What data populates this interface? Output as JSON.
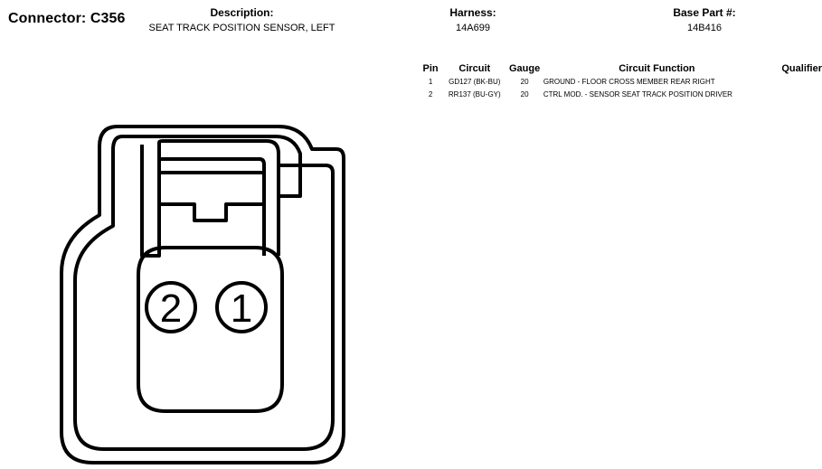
{
  "connector_title": "Connector: C356",
  "description": {
    "label": "Description:",
    "value": "SEAT TRACK POSITION SENSOR, LEFT"
  },
  "harness": {
    "label": "Harness:",
    "value": "14A699"
  },
  "base_part": {
    "label": "Base Part #:",
    "value": "14B416"
  },
  "pin_table": {
    "headers": {
      "pin": "Pin",
      "circuit": "Circuit",
      "gauge": "Gauge",
      "function": "Circuit Function",
      "qualifier": "Qualifier"
    },
    "rows": [
      {
        "pin": "1",
        "circuit": "GD127 (BK-BU)",
        "gauge": "20",
        "function": "GROUND - FLOOR CROSS MEMBER REAR RIGHT",
        "qualifier": ""
      },
      {
        "pin": "2",
        "circuit": "RR137 (BU-GY)",
        "gauge": "20",
        "function": "CTRL MOD. - SENSOR SEAT TRACK POSITION DRIVER",
        "qualifier": ""
      }
    ]
  },
  "connector_face": {
    "pins": [
      "2",
      "1"
    ]
  }
}
